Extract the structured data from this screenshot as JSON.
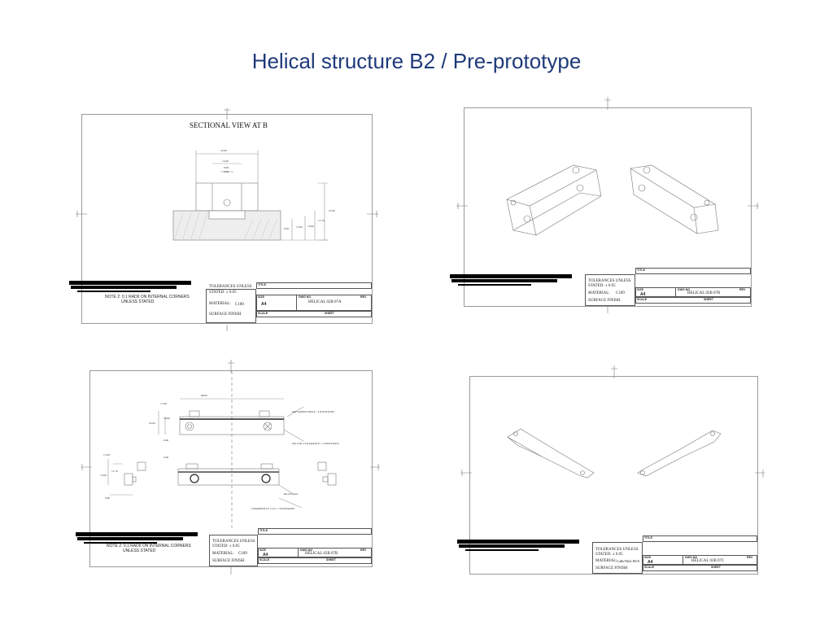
{
  "slide": {
    "title": "Helical structure B2 / Pre-prototype"
  },
  "labels": {
    "title": "TITLE",
    "tolerances": "TOLERANCES UNLESS",
    "stated": "STATED: ± 0.05",
    "material": "MATERIAL:",
    "size": "SIZE",
    "size_value": "A4",
    "dwg_no": "DWG NO",
    "rev": "REV",
    "scale": "SCALE",
    "sheet": "SHEET",
    "surface_finish": "SURFACE FINISH"
  },
  "drawings": [
    {
      "id": "07a",
      "view_title": "SECTIONAL VIEW AT B",
      "material_value": "C189",
      "dwg_number": "HELICAL 02B 07A",
      "note_line1": "NOTE 2: 0.1 RADII ON INTERNAL CORNERS",
      "note_line2": "UNLESS STATED",
      "dims": [
        "22.00",
        "14.00",
        "9.00",
        "0.00",
        "27.00",
        "17.70",
        "10.00",
        "13.00",
        "8.20"
      ]
    },
    {
      "id": "07b-iso",
      "material_value": "C189",
      "dwg_number": "HELICAL 02B 07B"
    },
    {
      "id": "07b",
      "material_value": "C189",
      "dwg_number": "HELICAL 02B 07B",
      "note_line1": "NOTE 2: 0.1 RADII ON INTERNAL CORNERS",
      "note_line2": "UNLESS STATED",
      "dims": [
        "68.00",
        "17.00",
        "10.00",
        "22.00",
        "8.00",
        "9.00",
        "17.00",
        "11.70",
        "13.00",
        "8.00"
      ],
      "callouts": [
        "M6 TAPPED HOLE / 2 POSITIONS",
        "M4 CSK CLEARANCE / 2 POSITIONS",
        "R0.20 MAX",
        "CHAMFER 0.5 x 0.5 / 7 POSITIONS"
      ]
    },
    {
      "id": "07c",
      "material_value": "CuBe/NbZr BOX",
      "dwg_number": "HELICAL 02B 07C"
    }
  ]
}
